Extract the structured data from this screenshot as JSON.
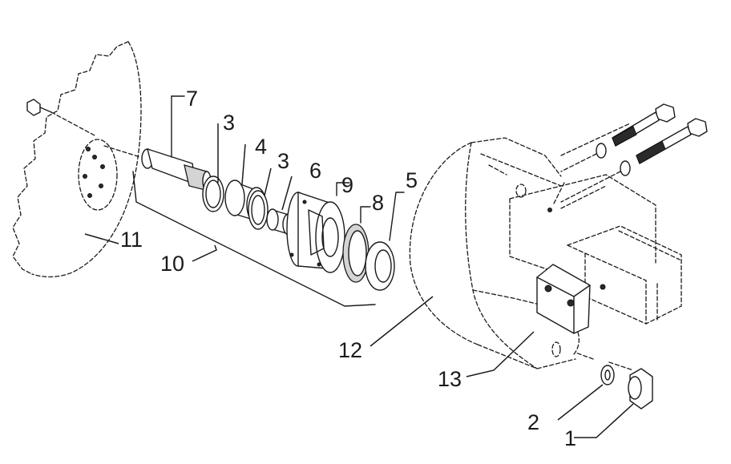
{
  "diagram": {
    "callouts": [
      {
        "id": "c1",
        "label": "1"
      },
      {
        "id": "c2",
        "label": "2"
      },
      {
        "id": "c3a",
        "label": "3"
      },
      {
        "id": "c3b",
        "label": "3"
      },
      {
        "id": "c4",
        "label": "4"
      },
      {
        "id": "c5",
        "label": "5"
      },
      {
        "id": "c6",
        "label": "6"
      },
      {
        "id": "c7",
        "label": "7"
      },
      {
        "id": "c8",
        "label": "8"
      },
      {
        "id": "c9",
        "label": "9"
      },
      {
        "id": "c10",
        "label": "10"
      },
      {
        "id": "c11",
        "label": "11"
      },
      {
        "id": "c12",
        "label": "12"
      },
      {
        "id": "c13",
        "label": "13"
      }
    ]
  }
}
